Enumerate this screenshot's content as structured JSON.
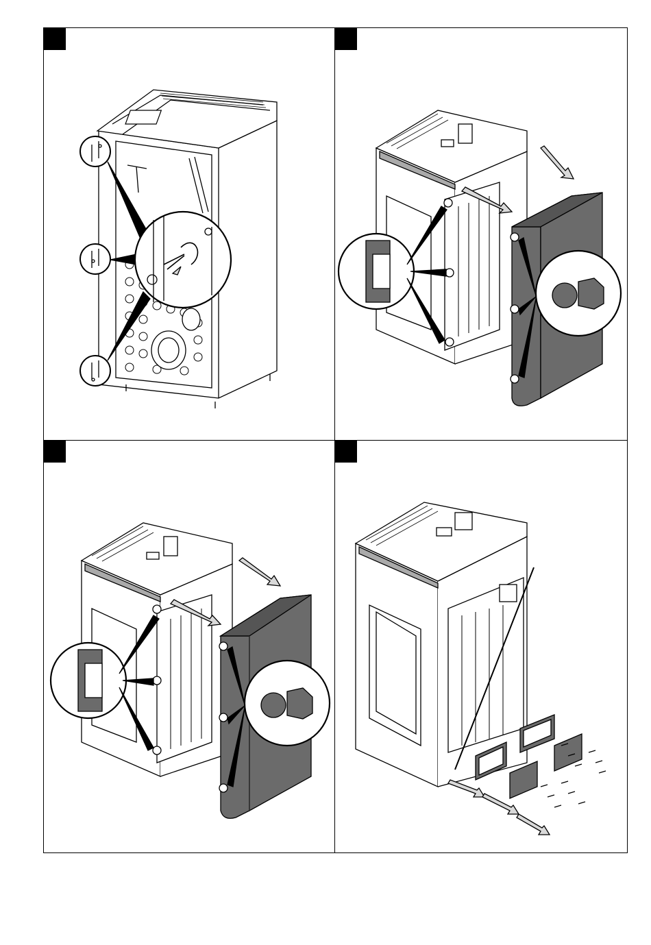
{
  "colors": {
    "line": "#000000",
    "panel_fill": "#ffffff",
    "side_panel_fill": "#6b6b6b",
    "side_panel_top": "#555555",
    "arrow_fill": "#d9d9d9",
    "step_marker": "#000000"
  },
  "steps": [
    {
      "marker": "",
      "icon": "stove-back-screws-removal"
    },
    {
      "marker": "",
      "icon": "side-panel-removal-left"
    },
    {
      "marker": "",
      "icon": "side-panel-removal-right"
    },
    {
      "marker": "",
      "icon": "rear-plates-removal"
    }
  ]
}
